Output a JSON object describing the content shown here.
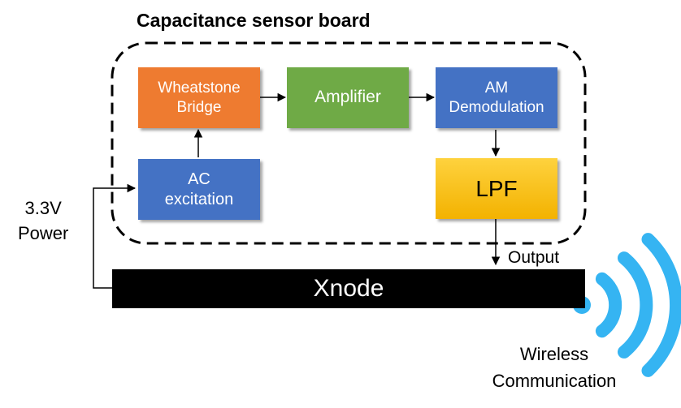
{
  "title": "Capacitance sensor board",
  "blocks": {
    "wheatstone": {
      "line1": "Wheatstone",
      "line2": "Bridge"
    },
    "amplifier": {
      "line1": "Amplifier"
    },
    "am_demod": {
      "line1": "AM",
      "line2": "Demodulation"
    },
    "ac_excitation": {
      "line1": "AC",
      "line2": "excitation"
    },
    "lpf": {
      "line1": "LPF"
    },
    "xnode": {
      "line1": "Xnode"
    }
  },
  "labels": {
    "power_line1": "3.3V",
    "power_line2": "Power",
    "output": "Output",
    "wireless_line1": "Wireless",
    "wireless_line2": "Communication"
  },
  "colors": {
    "wheatstone": "#ee7b30",
    "amplifier": "#6faa46",
    "am_demod": "#4472c4",
    "ac_excitation": "#4472c4",
    "lpf": "#fdc20c",
    "xnode": "#000000",
    "wireless": "#35b4f2"
  }
}
